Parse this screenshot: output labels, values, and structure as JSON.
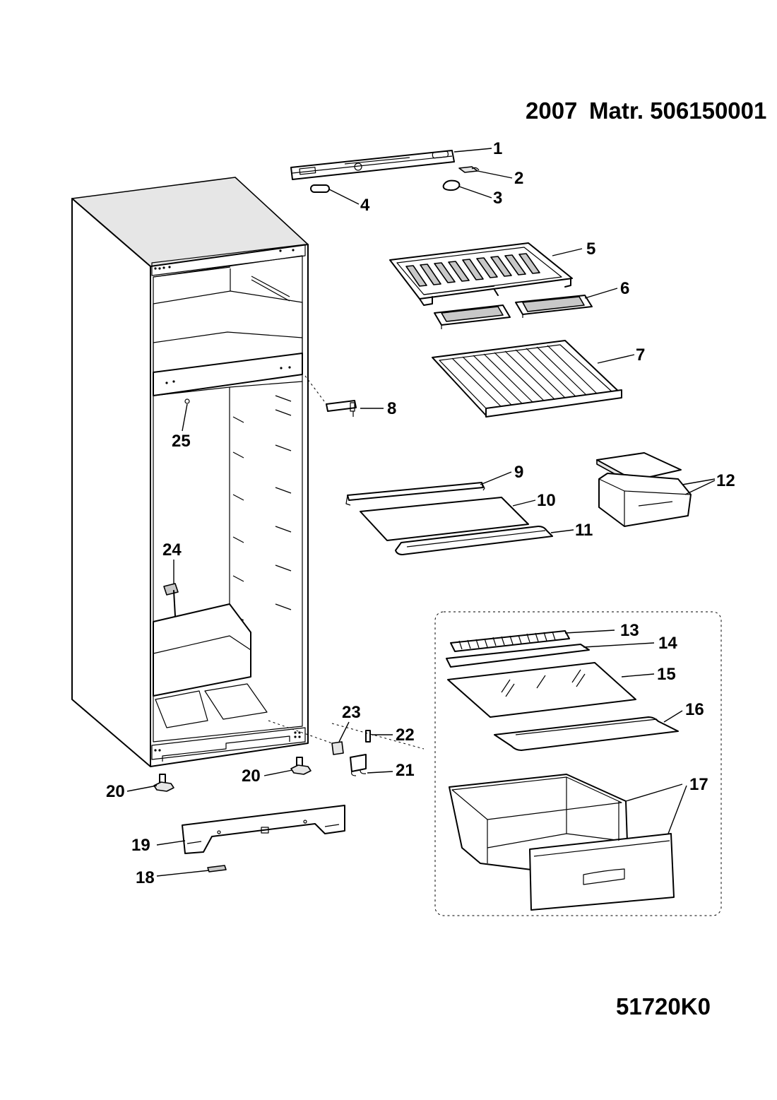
{
  "header": {
    "year": "2007",
    "matr": "Matr. 506150001"
  },
  "footer": {
    "code": "51720K0"
  },
  "callouts": [
    "1",
    "2",
    "3",
    "4",
    "5",
    "6",
    "7",
    "8",
    "9",
    "10",
    "11",
    "12",
    "13",
    "14",
    "15",
    "16",
    "17",
    "18",
    "19",
    "20",
    "20",
    "21",
    "22",
    "23",
    "24",
    "25"
  ]
}
